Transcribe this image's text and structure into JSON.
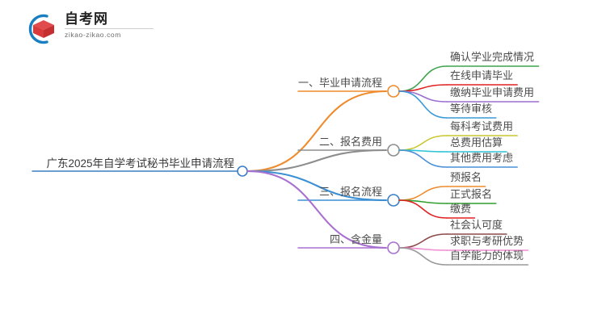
{
  "logo": {
    "title": "自考网",
    "subtitle": "zikao-zikao.com",
    "mark_icon": "graduation-book-icon",
    "arc_color": "#1a7fc1",
    "cap_color": "#d93a3a",
    "cap_shadow_color": "#b82b2b"
  },
  "mindmap": {
    "root": {
      "label": "广东2025年自学考试秘书毕业申请流程",
      "node_color": "#3b7fc4",
      "underline_color": "#3b7fc4"
    },
    "branches": [
      {
        "label": "一、毕业申请流程",
        "color": "#ef8b2c",
        "node_color": "#ef8b2c",
        "leaves": [
          {
            "label": "确认学业完成情况",
            "color": "#3fa34d"
          },
          {
            "label": "在线申请毕业",
            "color": "#e02020"
          },
          {
            "label": "缴纳毕业申请费用",
            "color": "#9b6fd1"
          },
          {
            "label": "等待审核",
            "color": "#3b9ad9"
          }
        ]
      },
      {
        "label": "二、报名费用",
        "color": "#8d8d8d",
        "node_color": "#8d8d8d",
        "leaves": [
          {
            "label": "每科考试费用",
            "color": "#c9c62e"
          },
          {
            "label": "总费用估算",
            "color": "#2ec4d6"
          },
          {
            "label": "其他费用考虑",
            "color": "#4a90d9"
          }
        ]
      },
      {
        "label": "三、报名流程",
        "color": "#3b8fd4",
        "node_color": "#3b7fc4",
        "leaves": [
          {
            "label": "预报名",
            "color": "#ef8b2c"
          },
          {
            "label": "正式报名",
            "color": "#2fa02f"
          },
          {
            "label": "缴费",
            "color": "#e02020"
          }
        ]
      },
      {
        "label": "四、含金量",
        "color": "#a86fd0",
        "node_color": "#a86fd0",
        "leaves": [
          {
            "label": "社会认可度",
            "color": "#8b4a4a"
          },
          {
            "label": "求职与考研优势",
            "color": "#f08bd0"
          },
          {
            "label": "自学能力的体现",
            "color": "#9a9a9a"
          }
        ]
      }
    ]
  }
}
